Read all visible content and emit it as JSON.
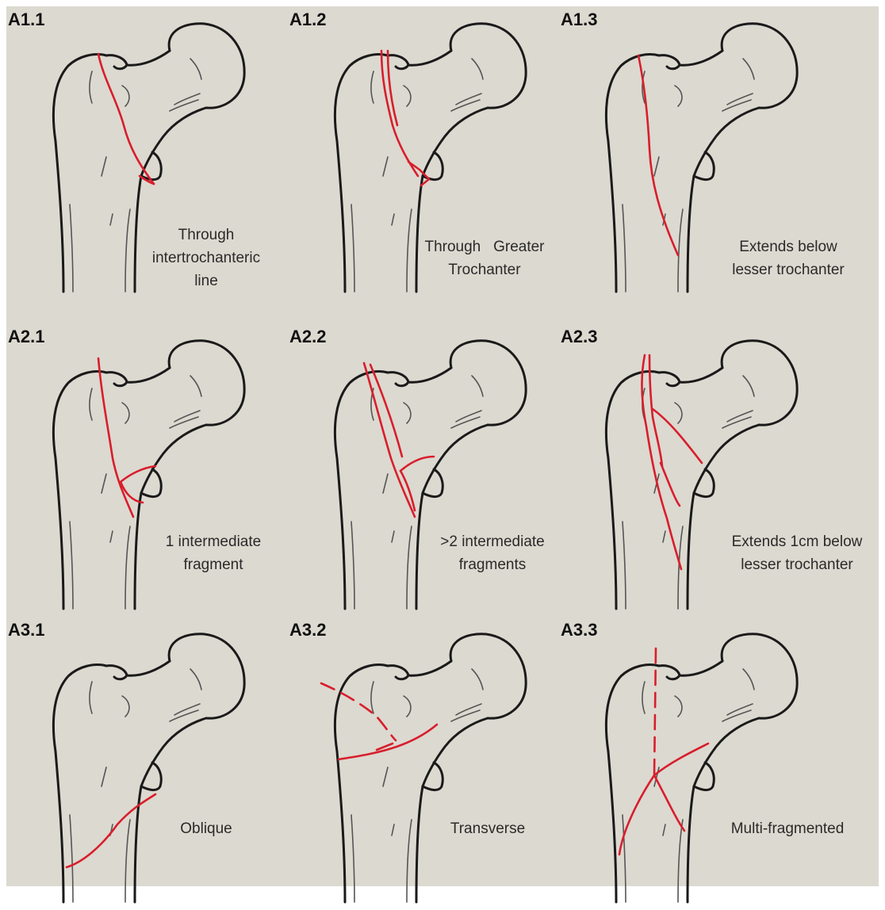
{
  "colors": {
    "background": "#dcd9d0",
    "outline": "#1a1a1a",
    "fracture": "#d81e2c"
  },
  "panels": [
    {
      "code": "A1.1",
      "caption": [
        "Through",
        "intertrochanteric",
        "line"
      ]
    },
    {
      "code": "A1.2",
      "caption": [
        "Through   Greater",
        "Trochanter"
      ]
    },
    {
      "code": "A1.3",
      "caption": [
        "Extends below",
        "lesser trochanter"
      ]
    },
    {
      "code": "A2.1",
      "caption": [
        "1 intermediate",
        "fragment"
      ]
    },
    {
      "code": "A2.2",
      "caption": [
        ">2 intermediate",
        "fragments"
      ]
    },
    {
      "code": "A2.3",
      "caption": [
        "Extends 1cm below",
        "lesser trochanter"
      ]
    },
    {
      "code": "A3.1",
      "caption": [
        "Oblique"
      ]
    },
    {
      "code": "A3.2",
      "caption": [
        "Transverse"
      ]
    },
    {
      "code": "A3.3",
      "caption": [
        "Multi-fragmented"
      ]
    }
  ]
}
